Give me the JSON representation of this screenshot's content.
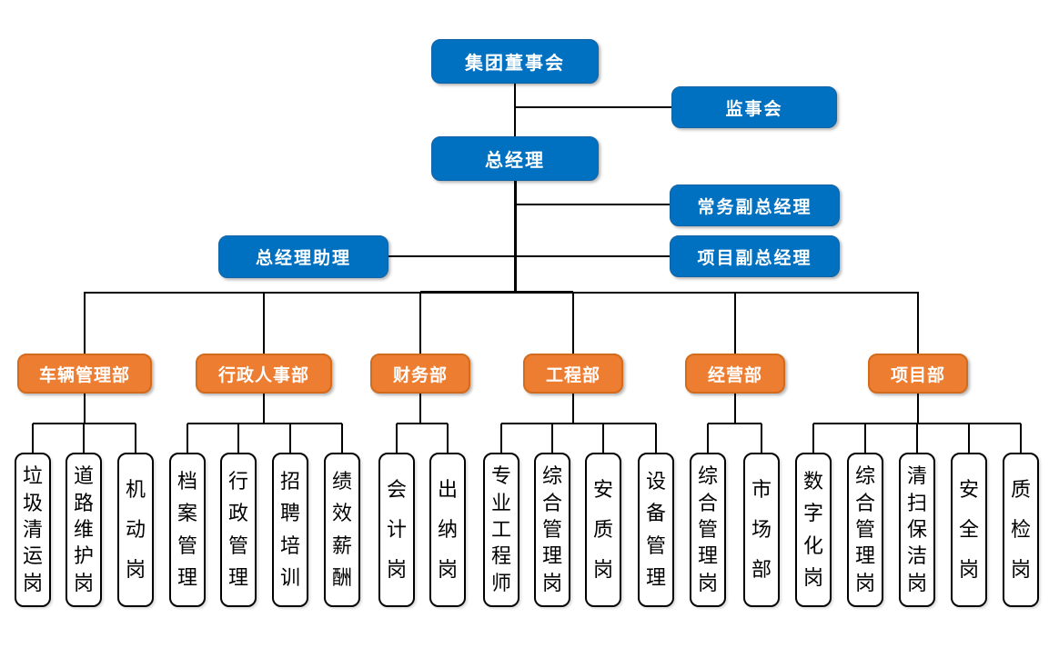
{
  "diagram": {
    "type": "org-chart",
    "colors": {
      "executive_box_fill": "#0070C0",
      "department_box_fill": "#ED7D31",
      "department_box_border": "#D26B1C",
      "position_box_fill": "#FFFFFF",
      "position_box_border": "#000000",
      "connector_color": "#000000",
      "box_text_color": "#FFFFFF",
      "position_text_color": "#000000"
    },
    "executives": {
      "board": "集团董事会",
      "supervisory_board": "监事会",
      "general_manager": "总经理",
      "executive_deputy_gm": "常务副总经理",
      "gm_assistant": "总经理助理",
      "project_deputy_gm": "项目副总经理"
    },
    "departments": [
      {
        "label": "车辆管理部",
        "children": [
          "垃圾清运岗",
          "道路维护岗",
          "机动岗"
        ]
      },
      {
        "label": "行政人事部",
        "children": [
          "档案管理",
          "行政管理",
          "招聘培训",
          "绩效薪酬"
        ]
      },
      {
        "label": "财务部",
        "children": [
          "会计岗",
          "出纳岗"
        ]
      },
      {
        "label": "工程部",
        "children": [
          "专业工程师",
          "综合管理岗",
          "安质岗",
          "设备管理"
        ]
      },
      {
        "label": "经营部",
        "children": [
          "综合管理岗",
          "市场部"
        ]
      },
      {
        "label": "项目部",
        "children": [
          "数字化岗",
          "综合管理岗",
          "清扫保洁岗",
          "安全岗",
          "质检岗"
        ]
      }
    ]
  }
}
